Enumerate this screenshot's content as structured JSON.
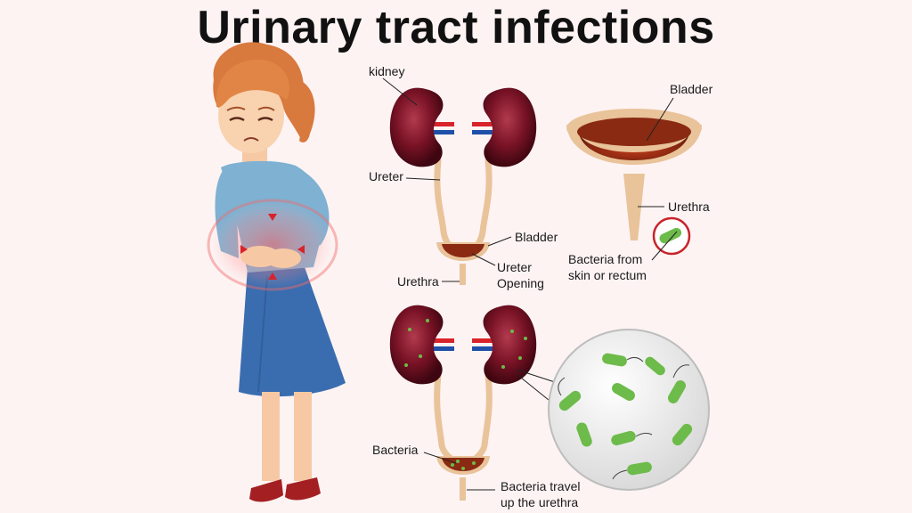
{
  "title": "Urinary tract infections",
  "labels": {
    "kidney": "kidney",
    "ureter": "Ureter",
    "bladder_small": "Bladder",
    "ureter_opening_1": "Ureter",
    "ureter_opening_2": "Opening",
    "urethra_small": "Urethra",
    "bladder_large": "Bladder",
    "urethra_large": "Urethra",
    "bacteria_source_1": "Bacteria from",
    "bacteria_source_2": "skin or rectum",
    "bacteria": "Bacteria",
    "bacteria_travel_1": "Bacteria travel",
    "bacteria_travel_2": "up the urethra"
  },
  "colors": {
    "background": "#fdf3f3",
    "kidney": "#7a1326",
    "bladder_fill": "#8a2a12",
    "tube": "#e9c39a",
    "artery": "#d8232a",
    "vein": "#1f4fa8",
    "bacteria": "#6dbb4a",
    "pain_glow": "#f26b6b"
  }
}
